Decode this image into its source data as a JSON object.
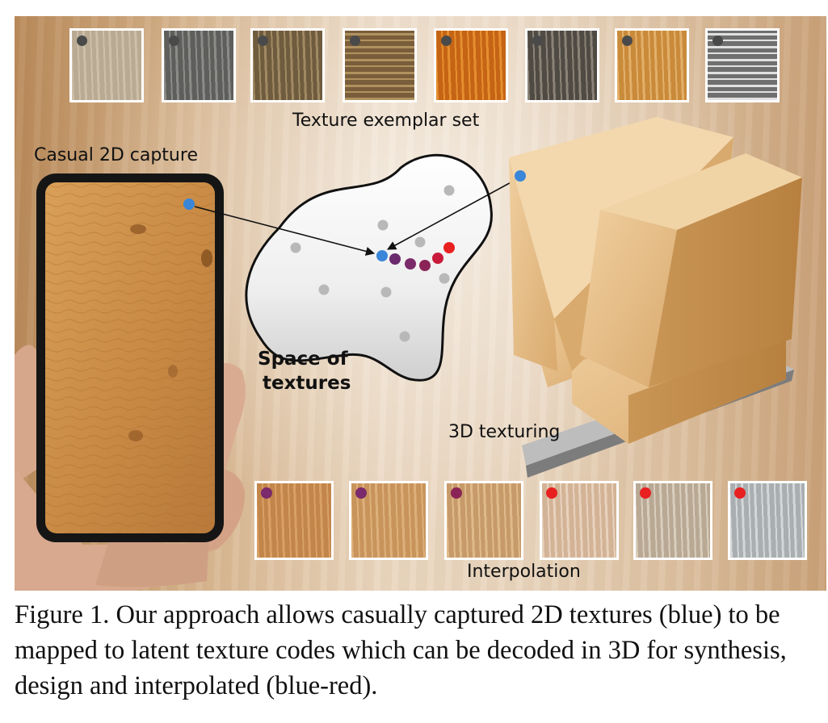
{
  "labels": {
    "exemplar_set": "Texture exemplar set",
    "casual_capture": "Casual 2D capture",
    "space_line1": "Space of",
    "space_line2": "textures",
    "texturing": "3D texturing",
    "interpolation": "Interpolation"
  },
  "caption": "Figure 1. Our approach allows casually captured 2D textures (blue) to be mapped to latent texture codes which can be decoded in 3D for synthesis, design and interpolated (blue-red).",
  "exemplar_textures": [
    {
      "name": "light-wood",
      "base": "#b9aa93",
      "accent": "#cdbfa8"
    },
    {
      "name": "grey-stone",
      "base": "#5e5e5c",
      "accent": "#8b8b88"
    },
    {
      "name": "rough-earth",
      "base": "#6f5b3e",
      "accent": "#a08a63"
    },
    {
      "name": "striped-wood",
      "base": "#7a5d3a",
      "accent": "#b0925f"
    },
    {
      "name": "orange-rust",
      "base": "#c56414",
      "accent": "#e58e2f"
    },
    {
      "name": "weathered-bark",
      "base": "#4f4a43",
      "accent": "#8a8276"
    },
    {
      "name": "cork",
      "base": "#c98a3a",
      "accent": "#e2b06a"
    },
    {
      "name": "painted-plank",
      "base": "#6f6f6f",
      "accent": "#e0e0e0"
    }
  ],
  "interpolation_textures": [
    {
      "name": "wood-1",
      "base": "#c2854a",
      "accent": "#d9a066",
      "dot": "#7b2a6b"
    },
    {
      "name": "wood-2",
      "base": "#c8945c",
      "accent": "#ddb07a",
      "dot": "#7b2a6b"
    },
    {
      "name": "wood-3",
      "base": "#c79a6a",
      "accent": "#dfba8a",
      "dot": "#8a2456"
    },
    {
      "name": "wood-4",
      "base": "#d3b396",
      "accent": "#e8d2bd",
      "dot": "#e82020"
    },
    {
      "name": "wood-5",
      "base": "#b8a894",
      "accent": "#d9cdbd",
      "dot": "#e82020"
    },
    {
      "name": "wood-6",
      "base": "#a9aeb1",
      "accent": "#d3d7d8",
      "dot": "#e82020"
    }
  ],
  "colors": {
    "blue": "#3a86d8",
    "red": "#e82020",
    "purple": "#7b2a6b",
    "grey_dot": "#b8b8b8",
    "exemplar_dot": "#4a4a4a"
  }
}
